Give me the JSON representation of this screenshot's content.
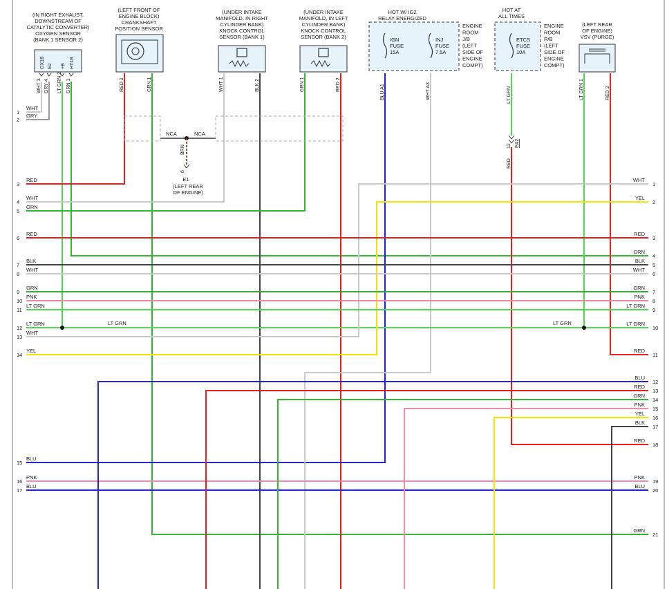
{
  "colors": {
    "RED": "#ee1c1c",
    "GRN": "#2db82d",
    "LT GRN": "#4cd94c",
    "WHT": "#c9c9c9",
    "GRY": "#9a9a9a",
    "BLU": "#2323d6",
    "BLK": "#444444",
    "PNK": "#f08aa6",
    "YEL": "#f2e600",
    "BRN": "#8a5a2b",
    "box_fill": "#e6f3fb",
    "box_stroke": "#333333"
  },
  "components": [
    {
      "id": "o2",
      "title": [
        "(IN RIGHT EXHAUST,",
        "DOWNSTREAM OF",
        "CATALYTIC CONVERTER)",
        "OXYGEN SENSOR",
        "(BANK 1 SENSOR 2)"
      ],
      "pins": [
        {
          "label": "OX1B",
          "num": "3",
          "color": "WHT"
        },
        {
          "label": "E2",
          "num": "4",
          "color": "GRY"
        },
        {
          "label": "+B",
          "num": "2",
          "color": "LT GRN"
        },
        {
          "label": "HT1B",
          "num": "1",
          "color": "GRN"
        }
      ]
    },
    {
      "id": "ckp",
      "title": [
        "(LEFT FRONT OF",
        "ENGINE BLOCK)",
        "CRANKSHAFT",
        "POSITION SENSOR"
      ],
      "pins": [
        {
          "num": "2",
          "color": "RED"
        },
        {
          "num": "1",
          "color": "GRN"
        }
      ]
    },
    {
      "id": "ks1",
      "title": [
        "(UNDER INTAKE",
        "MANIFOLD, IN RIGHT",
        "CYLINDER BANK)",
        "KNOCK CONTROL",
        "SENSOR (BANK 1)"
      ],
      "pins": [
        {
          "num": "1",
          "color": "WHT"
        },
        {
          "num": "2",
          "color": "BLK"
        }
      ]
    },
    {
      "id": "ks2",
      "title": [
        "(UNDER INTAKE",
        "MANIFOLD, IN LEFT",
        "CYLINDER BANK)",
        "KNOCK CONTROL",
        "SENSOR (BANK 2)"
      ],
      "pins": [
        {
          "num": "1",
          "color": "GRN"
        },
        {
          "num": "2",
          "color": "RED"
        }
      ]
    },
    {
      "id": "ig2",
      "title": [
        "HOT W/ IG2",
        "RELAY ENERGIZED"
      ],
      "fuses": [
        [
          "IGN",
          "FUSE",
          "15A"
        ],
        [
          "INJ",
          "FUSE",
          "7.5A"
        ]
      ],
      "side_label": [
        "ENGINE",
        "ROOM",
        "J/B",
        "(LEFT",
        "SIDE OF",
        "ENGINE",
        "COMPT)"
      ],
      "pins": [
        {
          "num": "A1",
          "color": "BLU"
        },
        {
          "num": "A3",
          "color": "WHT"
        }
      ]
    },
    {
      "id": "etcs",
      "title": [
        "HOT AT",
        "ALL TIMES"
      ],
      "fuses": [
        [
          "ETCS",
          "FUSE",
          "10A"
        ]
      ],
      "side_label": [
        "ENGINE",
        "ROOM",
        "R/B",
        "(LEFT",
        "SIDE OF",
        "ENGINE",
        "COMPT)"
      ],
      "pins": [
        {
          "num": "",
          "color": "LT GRN"
        }
      ]
    },
    {
      "id": "vsv",
      "title": [
        "(LEFT REAR",
        "OF ENGINE)",
        "VSV (PURGE)"
      ],
      "pins": [
        {
          "num": "1",
          "color": "LT GRN"
        },
        {
          "num": "2",
          "color": "RED"
        }
      ]
    }
  ],
  "connector_ea2": {
    "pin": "12",
    "name": "EA2",
    "in_color": "LT GRN",
    "out_color": "RED"
  },
  "ground": {
    "nca_left": "NCA",
    "nca_right": "NCA",
    "wire": "BRN",
    "pin": "6",
    "name": "E1",
    "location": [
      "(LEFT REAR",
      "OF ENGINE)"
    ]
  },
  "splice_labels": {
    "left": "LT GRN",
    "right": "LT GRN"
  },
  "left_pins": [
    {
      "num": "1",
      "color": "WHT"
    },
    {
      "num": "2",
      "color": "GRY"
    },
    {
      "num": "3",
      "color": "RED"
    },
    {
      "num": "4",
      "color": "WHT"
    },
    {
      "num": "5",
      "color": "GRN"
    },
    {
      "num": "6",
      "color": "RED"
    },
    {
      "num": "7",
      "color": "BLK"
    },
    {
      "num": "8",
      "color": "WHT"
    },
    {
      "num": "9",
      "color": "GRN"
    },
    {
      "num": "10",
      "color": "PNK"
    },
    {
      "num": "11",
      "color": "LT GRN"
    },
    {
      "num": "12",
      "color": "LT GRN"
    },
    {
      "num": "13",
      "color": "WHT"
    },
    {
      "num": "14",
      "color": "YEL"
    },
    {
      "num": "15",
      "color": "BLU"
    },
    {
      "num": "16",
      "color": "PNK"
    },
    {
      "num": "17",
      "color": "BLU"
    }
  ],
  "right_pins": [
    {
      "num": "1",
      "color": "WHT"
    },
    {
      "num": "2",
      "color": "YEL"
    },
    {
      "num": "3",
      "color": "RED"
    },
    {
      "num": "4",
      "color": "GRN"
    },
    {
      "num": "5",
      "color": "BLK"
    },
    {
      "num": "6",
      "color": "WHT"
    },
    {
      "num": "7",
      "color": "GRN"
    },
    {
      "num": "8",
      "color": "PNK"
    },
    {
      "num": "9",
      "color": "LT GRN"
    },
    {
      "num": "10",
      "color": "LT GRN"
    },
    {
      "num": "11",
      "color": "RED"
    },
    {
      "num": "12",
      "color": "BLU"
    },
    {
      "num": "13",
      "color": "RED"
    },
    {
      "num": "14",
      "color": "GRN"
    },
    {
      "num": "15",
      "color": "PNK"
    },
    {
      "num": "16",
      "color": "YEL"
    },
    {
      "num": "17",
      "color": "BLK"
    },
    {
      "num": "18",
      "color": "RED"
    },
    {
      "num": "19",
      "color": "PNK"
    },
    {
      "num": "20",
      "color": "BLU"
    },
    {
      "num": "21",
      "color": "GRN"
    }
  ]
}
